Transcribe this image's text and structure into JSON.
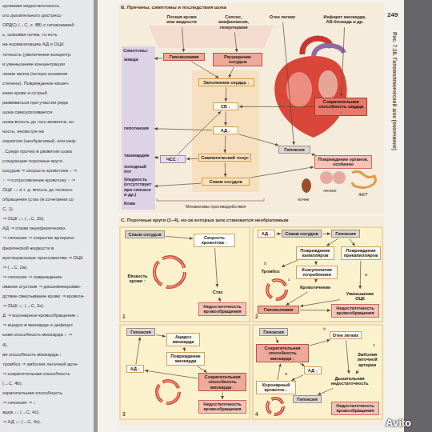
{
  "diagram": {
    "caption": "Рис. 7.18. Гиповолемический шок (окончание)",
    "nodes": [
      {
        "text": [
          "B. Причины, симптомы и последствия шока"
        ]
      },
      {
        "text": [
          "Потеря крови или жидкости"
        ],
        "in": 0
      },
      {
        "text": [
          "Сепсис, анафилаксия, гипертермия"
        ],
        "in": 0
      },
      {
        "text": [
          "Отек легких"
        ],
        "in": 0
      },
      {
        "text": [
          "Инфаркт миокарда, АВ-блокада и др."
        ],
        "in": 0
      },
      {
        "text": [
          "Гиповолемия"
        ],
        "in": 0
      },
      {
        "text": [
          "Расширение сосудов"
        ],
        "in": 0
      },
      {
        "text": [
          "Симптомы:"
        ],
        "in": 0
      },
      {
        "text": [
          "жажда"
        ],
        "in": 7
      },
      {
        "text": [
          "гипотензия"
        ],
        "in": 7
      },
      {
        "text": [
          "тахикардия"
        ],
        "in": 7
      },
      {
        "text": [
          "холодный пот"
        ],
        "in": 7
      },
      {
        "text": [
          "бледность (отсутствует при сепсисе и др.)"
        ],
        "in": 7
      },
      {
        "text": [
          "Кома"
        ],
        "in": 7
      },
      {
        "text": [
          "Заполнение сердца ↓"
        ],
        "in": 0
      },
      {
        "text": [
          "СВ ↓"
        ],
        "in": 0
      },
      {
        "text": [
          "Сократительная способность сердца ↓"
        ],
        "in": 0
      },
      {
        "text": [
          "АД ↓"
        ],
        "in": 0
      },
      {
        "text": [
          "Гипоксия"
        ],
        "in": 0
      },
      {
        "text": [
          "Симпатический тонус"
        ],
        "in": 0
      },
      {
        "text": [
          "ЧСС ↑"
        ],
        "in": 0
      },
      {
        "text": [
          "Спазм сосудов"
        ],
        "in": 0
      },
      {
        "text": [
          "Повреждение органов, особенно"
        ],
        "in": 0
      },
      {
        "text": [
          "C. Порочные круги (1–4), из-за которых шок становится необратимым"
        ]
      },
      {
        "text": [
          "1"
        ],
        "in": 23
      },
      {
        "text": [
          "Спазм сосудов"
        ],
        "in": 24
      },
      {
        "text": [
          "Скорость кровотока ↓"
        ],
        "in": 24
      },
      {
        "text": [
          "Вязкость крови ↑"
        ],
        "in": 24
      },
      {
        "text": [
          "Стаз"
        ],
        "in": 24
      },
      {
        "text": [
          "Недостаточность кровообращения"
        ],
        "in": 24
      },
      {
        "text": [
          "2"
        ],
        "in": 23
      },
      {
        "text": [
          "АД ↓"
        ],
        "in": 30
      },
      {
        "text": [
          "Спазм сосудов"
        ],
        "in": 30
      },
      {
        "text": [
          "Гипоксия"
        ],
        "in": 30
      },
      {
        "text": [
          "Повреждение капилляров"
        ],
        "in": 30
      },
      {
        "text": [
          "Повреждение прекапилляров"
        ],
        "in": 30
      },
      {
        "text": [
          "Тромбоз"
        ],
        "in": 30
      },
      {
        "text": [
          "Коагулопатия потребления"
        ],
        "in": 30
      },
      {
        "text": [
          "Кровотечение"
        ],
        "in": 30
      },
      {
        "text": [
          "Уменьшение ОЦК"
        ],
        "in": 30
      },
      {
        "text": [
          "Гиповолемия"
        ],
        "in": 30
      },
      {
        "text": [
          "Недостаточность кровообращения"
        ],
        "in": 30
      },
      {
        "text": [
          "3"
        ],
        "in": 23
      },
      {
        "text": [
          "Гипоксия"
        ],
        "in": 42
      },
      {
        "text": [
          "Ацидоз миокарда"
        ],
        "in": 42
      },
      {
        "text": [
          "Повреждение миокарда"
        ],
        "in": 42
      },
      {
        "text": [
          "АД ↓"
        ],
        "in": 42
      },
      {
        "text": [
          "Сократительная способность миокарда ↓"
        ],
        "in": 42
      },
      {
        "text": [
          "Недостаточность кровообращения"
        ],
        "in": 42
      },
      {
        "text": [
          "4"
        ],
        "in": 23
      },
      {
        "text": [
          "Гипоксия"
        ],
        "in": 49
      },
      {
        "text": [
          "Отек легких"
        ],
        "in": 49
      },
      {
        "text": [
          "Сократительная способность миокарда ↓"
        ],
        "in": 49
      },
      {
        "text": [
          "Эмболия легочной артерии"
        ],
        "in": 49
      },
      {
        "text": [
          "АД ↓"
        ],
        "in": 49
      },
      {
        "text": [
          "Дыхательная недостаточность"
        ],
        "in": 49
      },
      {
        "text": [
          "Коронарный кровоток ↓"
        ],
        "in": 49
      },
      {
        "text": [
          "Гипоксия"
        ],
        "in": 49
      },
      {
        "text": [
          "Недостаточность кровообращения"
        ],
        "in": 49
      }
    ],
    "edges": [
      {
        "from": 1,
        "to": 5,
        "arrow": "to"
      },
      {
        "from": 2,
        "to": 6,
        "arrow": "to"
      },
      {
        "from": 3,
        "to": 18,
        "arrow": "to"
      },
      {
        "from": 4,
        "to": 16,
        "arrow": "to"
      },
      {
        "from": 5,
        "to": 14,
        "arrow": "to"
      },
      {
        "from": 6,
        "to": 14,
        "arrow": "to"
      },
      {
        "from": 5,
        "to": 8,
        "arrow": "to"
      },
      {
        "from": 14,
        "to": 15,
        "arrow": "to"
      },
      {
        "from": 16,
        "to": 15,
        "arrow": "to"
      },
      {
        "from": 15,
        "to": 17,
        "arrow": "to"
      },
      {
        "from": 17,
        "to": 9,
        "arrow": "to"
      },
      {
        "from": 17,
        "to": 19,
        "arrow": "to"
      },
      {
        "from": 17,
        "to": 18,
        "arrow": "to"
      },
      {
        "from": 19,
        "to": 20,
        "arrow": "to"
      },
      {
        "from": 20,
        "to": 10,
        "arrow": "to"
      },
      {
        "from": 20,
        "to": 15,
        "arrow": "to"
      },
      {
        "from": 19,
        "to": 21,
        "arrow": "to"
      },
      {
        "from": 21,
        "to": 12,
        "arrow": "to"
      },
      {
        "from": 21,
        "to": 22,
        "arrow": "to"
      },
      {
        "from": 18,
        "to": 22,
        "arrow": "to"
      },
      {
        "from": 25,
        "to": 26,
        "arrow": "to"
      },
      {
        "from": 26,
        "to": 28,
        "arrow": "to"
      },
      {
        "from": 28,
        "to": 29,
        "arrow": "to"
      },
      {
        "from": 31,
        "to": 32,
        "arrow": "to"
      },
      {
        "from": 32,
        "to": 33,
        "arrow": "to"
      },
      {
        "from": 33,
        "to": 34,
        "arrow": "to"
      },
      {
        "from": 33,
        "to": 35,
        "arrow": "to"
      },
      {
        "from": 34,
        "to": 36,
        "arrow": "to"
      },
      {
        "from": 34,
        "to": 37,
        "arrow": "to"
      },
      {
        "from": 37,
        "to": 38,
        "arrow": "to"
      },
      {
        "from": 38,
        "to": 40,
        "arrow": "to"
      },
      {
        "from": 35,
        "to": 39,
        "arrow": "to"
      },
      {
        "from": 39,
        "to": 40,
        "arrow": "to"
      },
      {
        "from": 40,
        "to": 41,
        "arrow": "to"
      },
      {
        "from": 43,
        "to": 44,
        "arrow": "to"
      },
      {
        "from": 44,
        "to": 45,
        "arrow": "to"
      },
      {
        "from": 45,
        "to": 47,
        "arrow": "to"
      },
      {
        "from": 47,
        "to": 46,
        "arrow": "to"
      },
      {
        "from": 46,
        "to": 43,
        "arrow": "to"
      },
      {
        "from": 47,
        "to": 48,
        "arrow": "to"
      },
      {
        "from": 50,
        "to": 52,
        "arrow": "to"
      },
      {
        "from": 52,
        "to": 54,
        "arrow": "to"
      },
      {
        "from": 54,
        "to": 56,
        "arrow": "to"
      },
      {
        "from": 56,
        "to": 52,
        "arrow": "to"
      },
      {
        "from": 52,
        "to": 51,
        "arrow": "to"
      },
      {
        "from": 51,
        "to": 55,
        "arrow": "to"
      },
      {
        "from": 53,
        "to": 55,
        "arrow": "to"
      },
      {
        "from": 55,
        "to": 57,
        "arrow": "to"
      }
    ],
    "labels": [
      "органная недостаточность",
      "ого дыхательного дистресс-",
      "ОРДС) (→C, с. 88) с гипоксемией",
      "ь, шоковая почка, то есть",
      "на нормализацию АД и ОЦК",
      "точность (увеличение концентр.",
      "и уменьшение концентрации",
      "ление мозга (потеря сознания",
      "степени). Повреждение кишеч-",
      "ение крови и острый",
      "развиваться при участии ряда",
      "шока самоусиливается",
      "шока вплоть до того момента, ко-",
      "ность, несмотря на",
      "оприятия (необратимый, или реф-",
      ". Среди прочих в развитии шока",
      "следующие порочные круги.",
      "сосудов ⇒ скорость кровотока ↓ ⇒",
      "↑ ⇒ сопротивление кровотоку ↑ ⇒",
      "ОЦК ↓↓ и т. д. вплоть до полного",
      "обращения (стаз (в сочетании со",
      "С, 1).",
      "⇒ ОЦК ↓↓ (→С, 2b).",
      "АД ⇒ спазм периферических",
      "⇒ гипоксия ⇒ открытие артериол",
      "ферической жидкости в",
      "ерстициальные пространства ⇒ ОЦК",
      "⇒ (→С, 2а).",
      "⇒ гипоксия ⇒ повреждение",
      "ование сгустков ⇒ диссеминирован-",
      "дствие свертывание крови ⇒ кровоте-",
      "⇒ ОЦК ↓↓ (→С, 2с).",
      "Д ⇒ коронарное кровообращение ↓",
      "⇒ ацидоз в миокарде и дефицит",
      "ьная способность миокарда ↓ ⇒",
      "4).",
      "ая способность миокарда ↓",
      "тромбоз ⇒ эмболия легочной арте-",
      "⇒ сократительная способность",
      "(→С, 4b).",
      "ократительная способность",
      "⇒ гипоксия ⇒ ↓",
      "арда ↓↓ (→С, 4с).",
      "⇒ АД ↓↓ (→С, 4с).",
      "Механизмы противодействия",
      "легких",
      "почек",
      "ЖКТ",
      "249",
      "a",
      "b",
      "c",
      "a",
      "b",
      "c",
      "Avito"
    ]
  }
}
